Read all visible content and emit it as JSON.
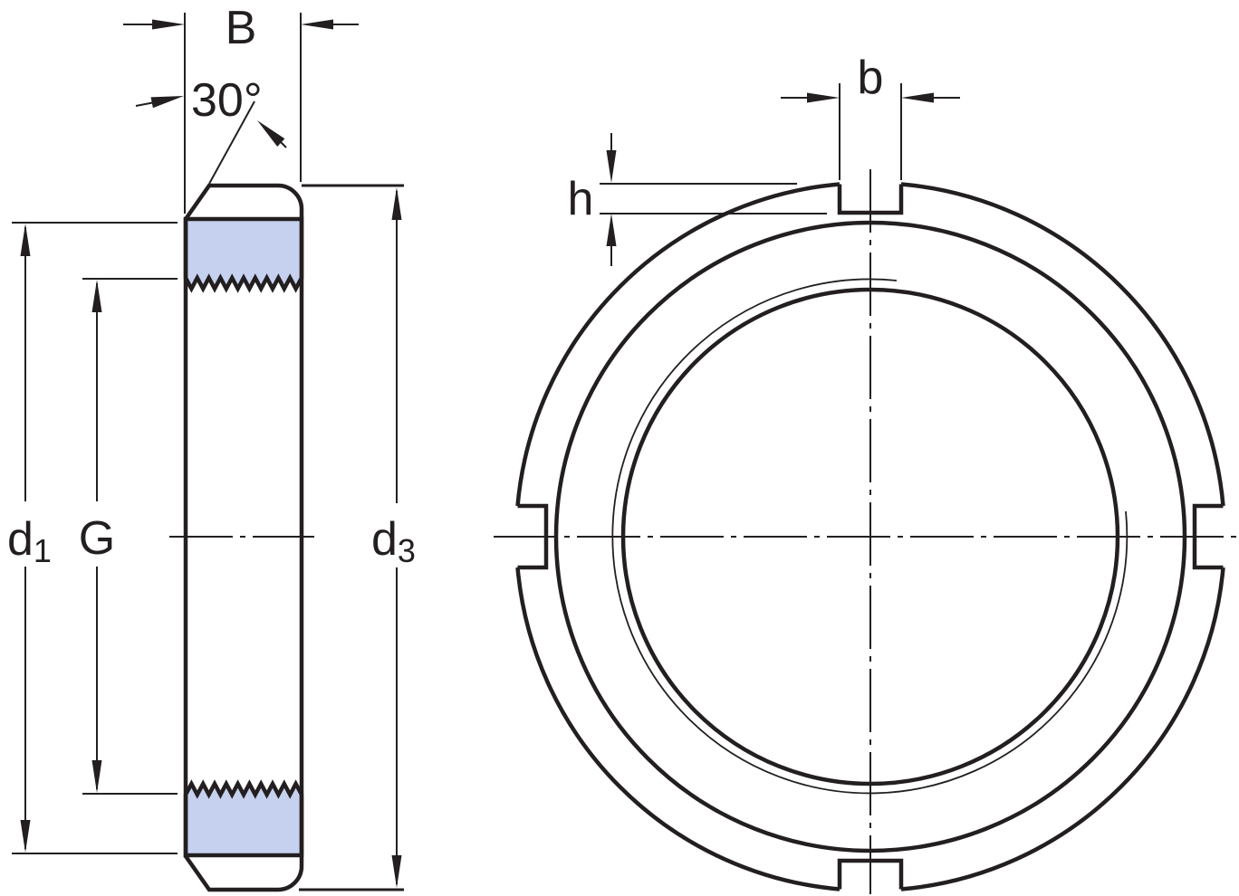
{
  "diagram": {
    "side": {
      "width_label": "B",
      "chamfer_angle_label": "30°",
      "d1": {
        "main": "d",
        "sub": "1"
      },
      "thread_label": "G",
      "d3": {
        "main": "d",
        "sub": "3"
      }
    },
    "front": {
      "slot_width_label": "b",
      "slot_depth_label": "h"
    },
    "colors": {
      "line": "#231f20",
      "section_fill": "#c5d1ee",
      "background": "#ffffff"
    }
  }
}
